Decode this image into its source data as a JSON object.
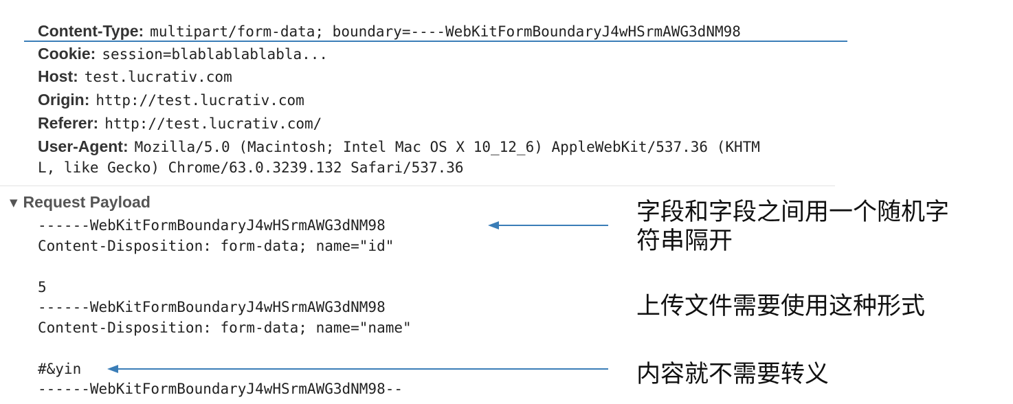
{
  "headers": [
    {
      "name": "Content-Type:",
      "value": "multipart/form-data; boundary=----WebKitFormBoundaryJ4wHSrmAWG3dNM98"
    },
    {
      "name": "Cookie:",
      "value": "session=blablablablabla..."
    },
    {
      "name": "Host:",
      "value": "test.lucrativ.com"
    },
    {
      "name": "Origin:",
      "value": "http://test.lucrativ.com"
    },
    {
      "name": "Referer:",
      "value": "http://test.lucrativ.com/"
    },
    {
      "name": "User-Agent:",
      "value": "Mozilla/5.0 (Macintosh; Intel Mac OS X 10_12_6) AppleWebKit/537.36 (KHTM",
      "continuation": "L, like Gecko) Chrome/63.0.3239.132 Safari/537.36"
    }
  ],
  "payload": {
    "title": "Request Payload",
    "lines": [
      "------WebKitFormBoundaryJ4wHSrmAWG3dNM98",
      "Content-Disposition: form-data; name=\"id\"",
      "",
      "5",
      "------WebKitFormBoundaryJ4wHSrmAWG3dNM98",
      "Content-Disposition: form-data; name=\"name\"",
      "",
      "#&yin",
      "------WebKitFormBoundaryJ4wHSrmAWG3dNM98--"
    ]
  },
  "annotations": {
    "boundary_note_line1": "字段和字段之间用一个随机字",
    "boundary_note_line2": "符串隔开",
    "upload_note": "上传文件需要使用这种形式",
    "escape_note": "内容就不需要转义"
  },
  "colors": {
    "accent_blue": "#3a7db7"
  }
}
